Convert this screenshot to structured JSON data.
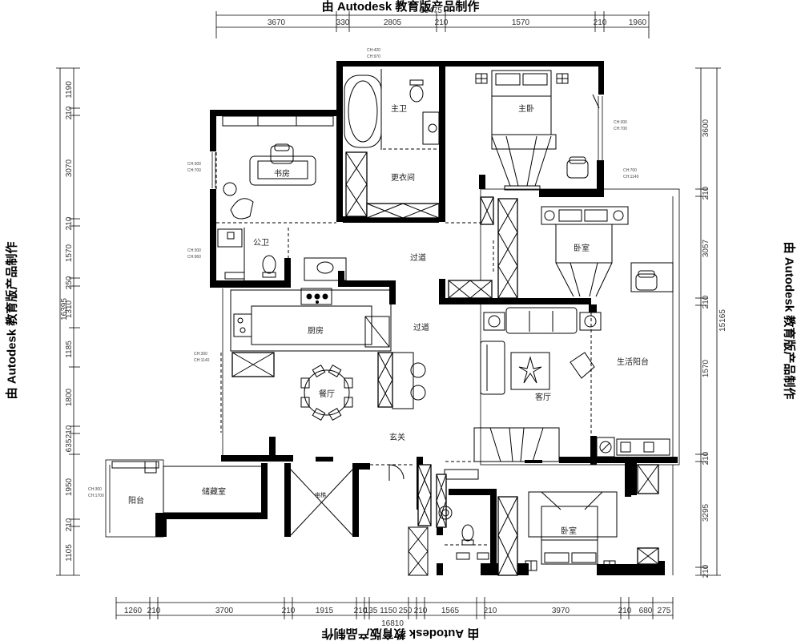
{
  "watermark": "由 Autodesk 教育版产品制作",
  "top_dims": {
    "overall": "13475",
    "segments": [
      "3670",
      "330",
      "2805",
      "210",
      "1570",
      "210",
      "1960"
    ]
  },
  "bottom_dims": {
    "overall": "16810",
    "segments": [
      "1260",
      "210",
      "3700",
      "210",
      "1915",
      "210",
      "135",
      "1150",
      "250",
      "210",
      "1565",
      "210",
      "3970",
      "210",
      "680",
      "275"
    ]
  },
  "left_dims": {
    "overall": "16395",
    "segments": [
      "1190",
      "210",
      "3070",
      "210",
      "1570",
      "250",
      "1310",
      "1185",
      "1800",
      "210",
      "635",
      "1950",
      "210",
      "1105"
    ]
  },
  "right_dims": {
    "overall": "15165",
    "segments": [
      "3600",
      "210",
      "3057",
      "210",
      "1570",
      "210",
      "3295",
      "210"
    ]
  },
  "rooms": {
    "master_bath": "主卫",
    "master_bedroom": "主卧",
    "study": "书房",
    "closet": "更衣间",
    "bedroom_2": "卧室",
    "public_bath": "公卫",
    "corridor_1": "过道",
    "corridor_2": "过道",
    "kitchen": "厨房",
    "dining": "餐厅",
    "living": "客厅",
    "utility_balcony": "生活阳台",
    "entrance": "玄关",
    "storage": "储藏室",
    "balcony": "阳台",
    "bedroom_3": "卧室",
    "elevator": "电梯"
  },
  "sill_notes": {
    "master_bath": [
      "CH:420",
      "CH:970"
    ],
    "master_bedroom": [
      "CH:300",
      "CH:700"
    ],
    "study": [
      "CH:300",
      "CH:700"
    ],
    "bedroom_2": [
      "CH:700",
      "CH:1140"
    ],
    "public_bath": [
      "CH:300",
      "CH:960"
    ],
    "kitchen": [
      "CH:300",
      "CH:1140"
    ],
    "balcony": [
      "CH:300",
      "CH:1700"
    ]
  }
}
